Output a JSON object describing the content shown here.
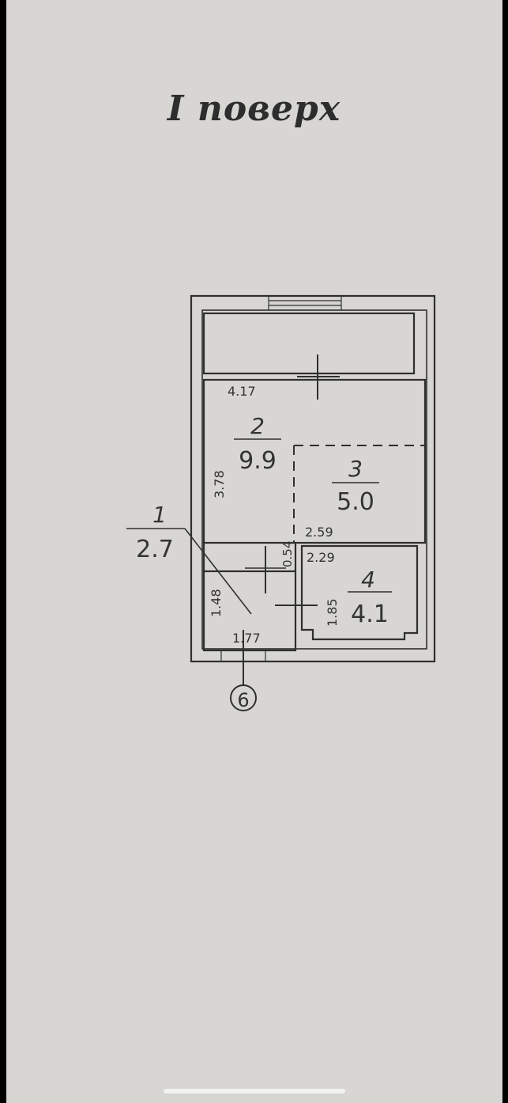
{
  "title": "I поверх",
  "rooms": [
    {
      "number": "1",
      "area": "2.7"
    },
    {
      "number": "2",
      "area": "9.9"
    },
    {
      "number": "3",
      "area": "5.0"
    },
    {
      "number": "4",
      "area": "4.1"
    }
  ],
  "dimensions": {
    "d_4_17": "4.17",
    "d_3_78": "3.78",
    "d_0_54": "0.54",
    "d_2_59": "2.59",
    "d_2_29": "2.29",
    "d_1_85": "1.85",
    "d_1_48": "1.48",
    "d_1_77": "1.77"
  },
  "entrance_marker": "6"
}
